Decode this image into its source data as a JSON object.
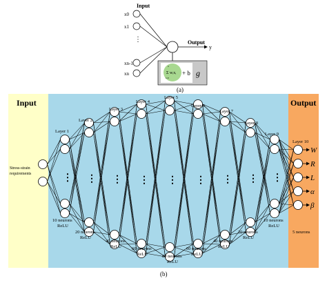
{
  "panel_a": {
    "input_heading": "Input",
    "output_heading": "Output",
    "inputs": [
      "x0",
      "x1",
      "⋮",
      "xn-1",
      "xn"
    ],
    "output_var": "y",
    "formula_sum": "Σ wᵢxᵢ",
    "formula_sum_upper": "n",
    "formula_sum_lower": "i=0",
    "formula_plus_b": "+ b",
    "activation": "g",
    "caption": "(a)"
  },
  "panel_b": {
    "input_title": "Input",
    "output_title": "Output",
    "input_label_line1": "Stress-strain",
    "input_label_line2": "requirements",
    "layers": [
      {
        "name": "Layer 1",
        "neurons": "10 neurons",
        "activation": "ReLU"
      },
      {
        "name": "Layer 2",
        "neurons": "20 neurons",
        "activation": "ReLU"
      },
      {
        "name": "Layer 3",
        "neurons": "40 neurons",
        "activation": "ReLU"
      },
      {
        "name": "Layer 4",
        "neurons": "60 neurons",
        "activation": "ReLU"
      },
      {
        "name": "Layer 5",
        "neurons": "80 neurons",
        "activation": "ReLU"
      },
      {
        "name": "Layer 6",
        "neurons": "60 neurons",
        "activation": "ReLU"
      },
      {
        "name": "Layer 7",
        "neurons": "40 neurons",
        "activation": "ReLU"
      },
      {
        "name": "Layer 8",
        "neurons": "20 neurons",
        "activation": "ReLU"
      },
      {
        "name": "Layer 9",
        "neurons": "10 neurons",
        "activation": "ReLU"
      },
      {
        "name": "Layer 10",
        "neurons": "5 neurons",
        "activation": ""
      }
    ],
    "outputs": [
      "W",
      "R",
      "L",
      "α",
      "β"
    ],
    "ellipsis": "⋮",
    "caption": "(b)"
  },
  "colors": {
    "input_panel": "#FFFFC8",
    "hidden_panel": "#A8D8EA",
    "output_panel": "#F8A860",
    "formula_box": "#C8C8C8",
    "sum_circle": "#A8D890"
  }
}
